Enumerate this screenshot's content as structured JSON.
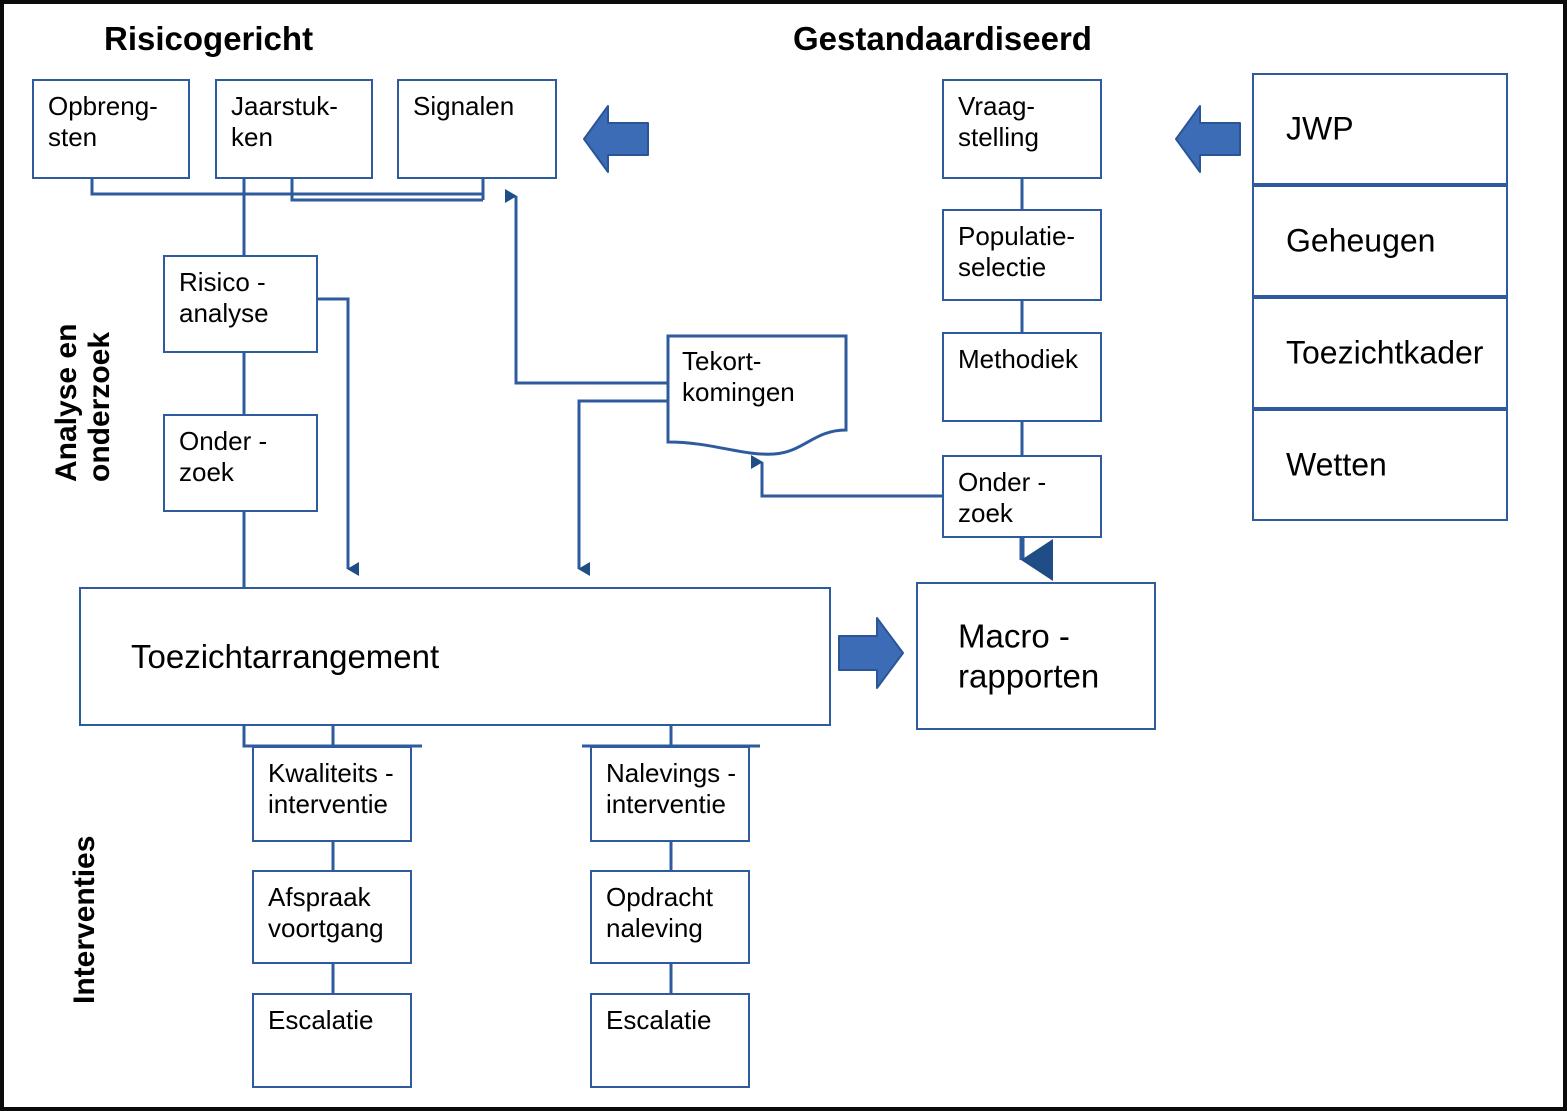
{
  "diagram": {
    "title_left": "Risicogericht",
    "title_right": "Gestandaardiseerd",
    "colors": {
      "box_border": "#2d5b9e",
      "connector": "#2d5b9e",
      "arrowhead": "#1f4e86",
      "fat_arrow_fill": "#3b6cb5",
      "fat_arrow_stroke": "#2a5596",
      "frame": "#0b0b0b",
      "text": "#000000",
      "background": "#ffffff"
    },
    "swimlane_labels": [
      {
        "id": "analyse-en-onderzoek",
        "text": "Analyse en\nonderzoek"
      },
      {
        "id": "interventies",
        "text": "Interventies"
      }
    ],
    "nodes": {
      "opbrengsten": "Opbreng-\nsten",
      "jaarstukken": "Jaarstuk-\nken",
      "signalen": "Signalen",
      "risico_analyse": "Risico  -\nanalyse",
      "onderzoek_links": "Onder -\nzoek",
      "tekortkomingen": "Tekort-\nkomingen",
      "vraagstelling": "Vraag-\nstelling",
      "populatie_selectie": "Populatie-\nselectie",
      "methodiek": "Methodiek",
      "onderzoek_rechts": "Onder -\nzoek",
      "toezichtarrangement": "Toezichtarrangement",
      "macro_rapporten": "Macro -\nrapporten",
      "kwaliteitsinterventie": "Kwaliteits -\ninterventie",
      "afspraak_voortgang": "Afspraak\nvoortgang",
      "escalatie_links": "Escalatie",
      "nalevingsinterventie": "Nalevings -\ninterventie",
      "opdracht_naleving": "Opdracht\nnaleving",
      "escalatie_rechts": "Escalatie"
    },
    "reference_stack": [
      {
        "id": "jwp",
        "label": "JWP"
      },
      {
        "id": "geheugen",
        "label": "Geheugen"
      },
      {
        "id": "toezichtkader",
        "label": "Toezichtkader"
      },
      {
        "id": "wetten",
        "label": "Wetten"
      }
    ],
    "fat_arrows": [
      {
        "id": "fat-arrow-signalen-input",
        "direction": "left"
      },
      {
        "id": "fat-arrow-jwp-input",
        "direction": "left"
      },
      {
        "id": "fat-arrow-toezichtarrangement-to-macro",
        "direction": "right"
      }
    ]
  }
}
